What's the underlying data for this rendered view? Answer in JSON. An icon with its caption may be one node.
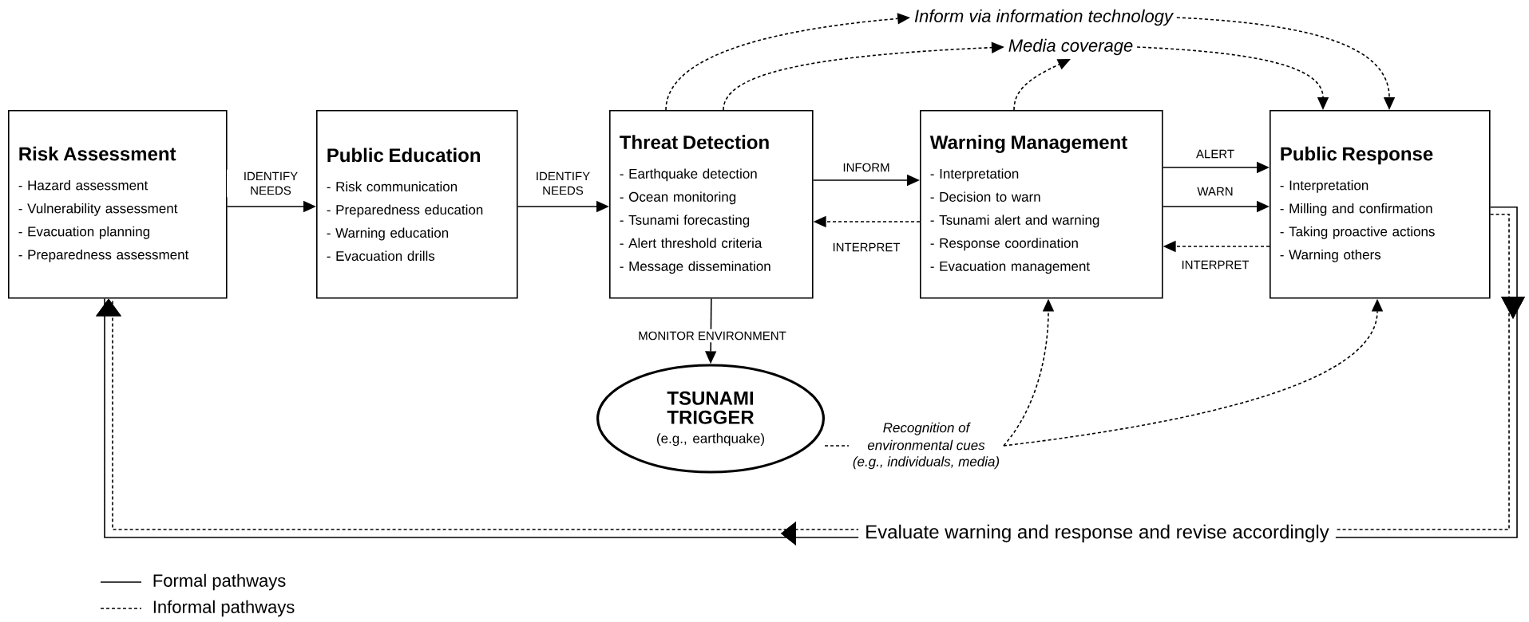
{
  "diagram": {
    "nodes": [
      {
        "text": [
          "Risk Assessment",
          "- Hazard assessment",
          "- Vulnerability assessment",
          "- Evacuation planning",
          "- Preparedness assessment"
        ]
      },
      {
        "text": [
          "Public Education",
          "- Risk communication",
          "- Preparedness education",
          "- Warning education",
          "- Evacuation drills"
        ]
      },
      {
        "text": [
          "Threat Detection",
          "- Earthquake detection",
          "- Ocean monitoring",
          "- Tsunami forecasting",
          "- Alert threshold criteria",
          "- Message dissemination"
        ]
      },
      {
        "text": [
          "Warning Management",
          "- Interpretation",
          "- Decision to warn",
          "- Tsunami alert and warning",
          "- Response coordination",
          "- Evacuation management"
        ]
      },
      {
        "text": [
          "Public Response",
          "- Interpretation",
          "- Milling and confirmation",
          "- Taking proactive actions",
          "- Warning others"
        ]
      },
      {
        "text": [
          "TSUNAMI TRIGGER",
          "(e.g., earthquake)"
        ]
      },
      {
        "text": [
          "Inform via information technology"
        ]
      },
      {
        "text": [
          "Media coverage"
        ]
      },
      {
        "text": [
          "Recognition of environmental cues",
          "(e.g., individuals, media)"
        ]
      }
    ],
    "edges": [
      {
        "from": 0,
        "to": 1,
        "arrow": "to",
        "label": "IDENTIFY NEEDS"
      },
      {
        "from": 1,
        "to": 2,
        "arrow": "to",
        "label": "IDENTIFY NEEDS"
      },
      {
        "from": 2,
        "to": 3,
        "arrow": "to",
        "label": "INFORM"
      },
      {
        "from": 3,
        "to": 2,
        "arrow": "to",
        "label": "INTERPRET",
        "style": "dashed"
      },
      {
        "from": 3,
        "to": 4,
        "arrow": "to",
        "label": "ALERT"
      },
      {
        "from": 3,
        "to": 4,
        "arrow": "to",
        "label": "WARN"
      },
      {
        "from": 4,
        "to": 3,
        "arrow": "to",
        "label": "INTERPRET",
        "style": "dashed"
      },
      {
        "from": 2,
        "to": 5,
        "arrow": "to",
        "label": "MONITOR ENVIRONMENT"
      },
      {
        "from": 2,
        "to": 6,
        "arrow": "to",
        "style": "dashed"
      },
      {
        "from": 2,
        "to": 7,
        "arrow": "to",
        "style": "dashed"
      },
      {
        "from": 3,
        "to": 7,
        "arrow": "to",
        "style": "dashed"
      },
      {
        "from": 6,
        "to": 4,
        "arrow": "to",
        "style": "dashed"
      },
      {
        "from": 7,
        "to": 4,
        "arrow": "to",
        "style": "dashed"
      },
      {
        "from": 5,
        "to": 8,
        "arrow": "none",
        "style": "dashed"
      },
      {
        "from": 8,
        "to": 3,
        "arrow": "to",
        "style": "dashed"
      },
      {
        "from": 8,
        "to": 4,
        "arrow": "to",
        "style": "dashed"
      },
      {
        "from": 4,
        "to": 0,
        "arrow": "to",
        "label": "Evaluate warning and response and revise accordingly"
      },
      {
        "from": 4,
        "to": 0,
        "arrow": "to",
        "style": "dashed"
      }
    ],
    "legend": [
      {
        "text": "Formal pathways"
      },
      {
        "text": "Informal pathways"
      }
    ]
  }
}
